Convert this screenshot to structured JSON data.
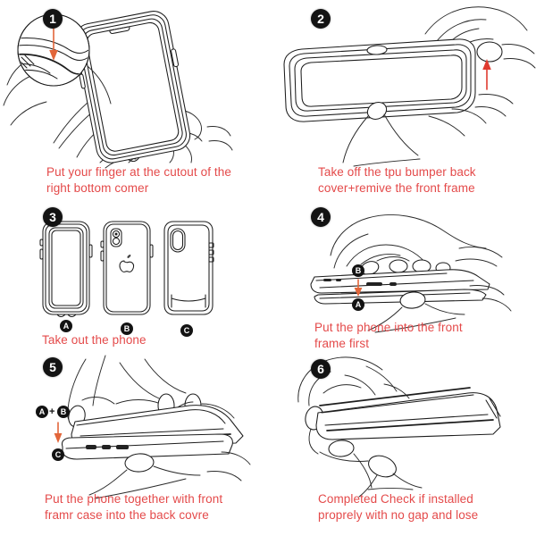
{
  "document": {
    "title": "Phone case installation instructions",
    "caption_color": "#e44a4a",
    "badge_color": "#131313",
    "arrow_color": "#e2663a",
    "background": "#ffffff"
  },
  "steps": [
    {
      "number": "1",
      "caption": "Put your finger at the cutout of the\nright bottom comer",
      "art": "hand-holding-phone-with-magnifier-inset",
      "annotations": [
        {
          "kind": "arrow",
          "direction": "down",
          "label": ""
        }
      ]
    },
    {
      "number": "2",
      "caption": "Take off the tpu bumper back\ncover+remive the front frame",
      "art": "hands-removing-bumper-from-phone",
      "annotations": [
        {
          "kind": "arrow",
          "direction": "up",
          "label": ""
        }
      ]
    },
    {
      "number": "3",
      "caption": "Take out the phone",
      "art": "three-exploded-components",
      "annotations": [
        {
          "kind": "label",
          "text": "A"
        },
        {
          "kind": "label",
          "text": "B"
        },
        {
          "kind": "label",
          "text": "C"
        }
      ],
      "components": [
        {
          "label": "A",
          "name": "front-frame"
        },
        {
          "label": "B",
          "name": "phone-back"
        },
        {
          "label": "C",
          "name": "back-cover"
        }
      ]
    },
    {
      "number": "4",
      "caption": "Put the phone into the front\nframe first",
      "art": "hand-placing-phone-into-front-frame",
      "annotations": [
        {
          "kind": "label",
          "text": "B"
        },
        {
          "kind": "arrow",
          "direction": "down",
          "label": ""
        },
        {
          "kind": "label",
          "text": "A"
        }
      ]
    },
    {
      "number": "5",
      "caption": "Put the phone together with front\nframr case into the back covre",
      "art": "hand-pressing-assembly-into-back-cover",
      "annotations": [
        {
          "kind": "label",
          "text": "A"
        },
        {
          "kind": "operator",
          "text": "+"
        },
        {
          "kind": "label",
          "text": "B"
        },
        {
          "kind": "arrow",
          "direction": "down",
          "label": ""
        },
        {
          "kind": "label",
          "text": "C"
        }
      ]
    },
    {
      "number": "6",
      "caption": "Completed Check if installed\nproprely with no gap and lose",
      "art": "hand-holding-completed-assembly",
      "annotations": []
    }
  ]
}
